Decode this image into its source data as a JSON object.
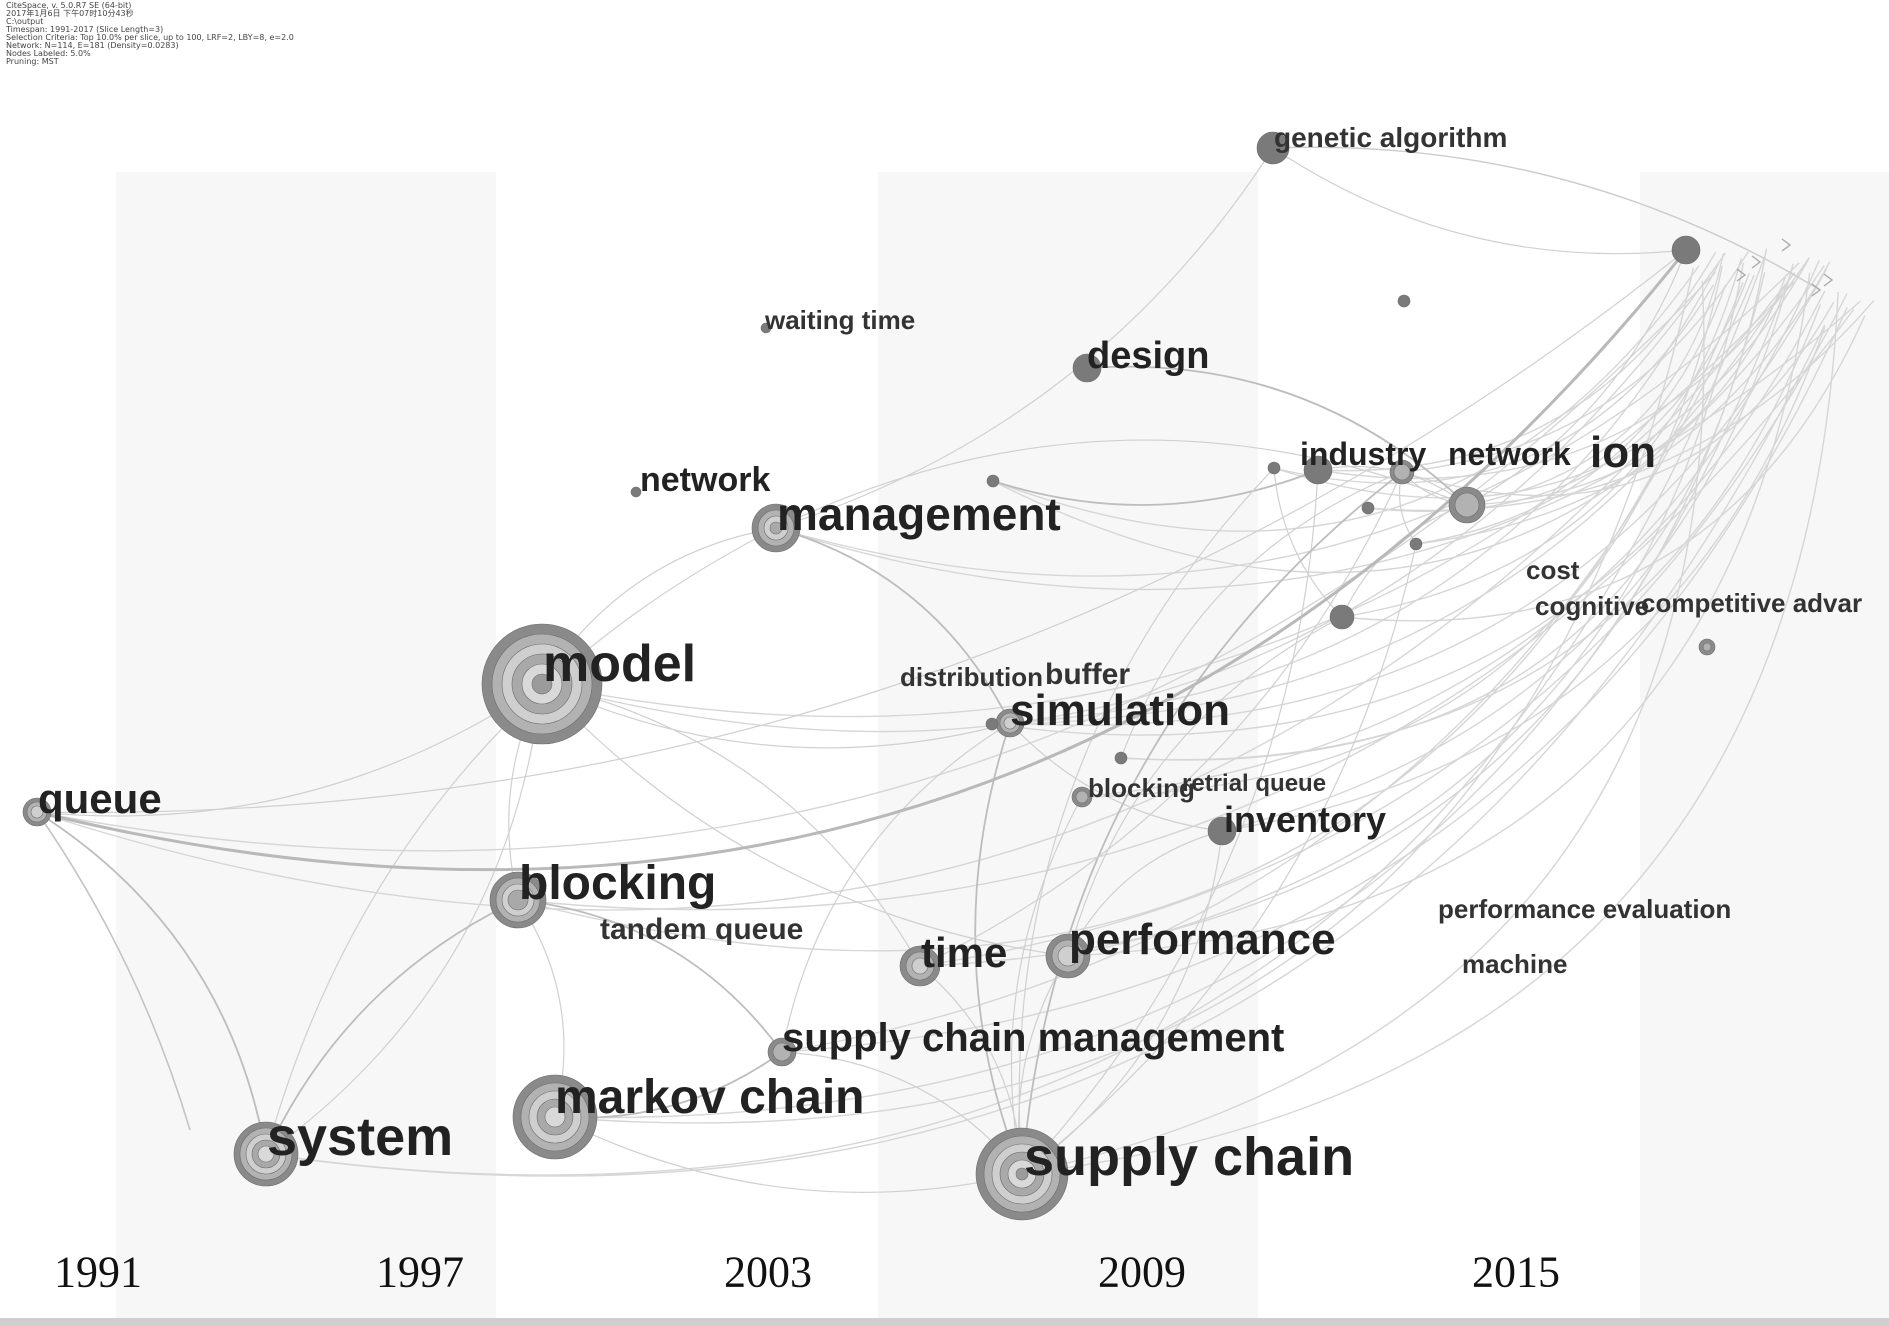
{
  "info_lines": [
    "CiteSpace, v. 5.0.R7 SE (64-bit)",
    "2017年1月6日 下午07时10分43秒",
    "C:\\output",
    "Timespan: 1991-2017 (Slice Length=3)",
    "Selection Criteria: Top 10.0% per slice, up to 100, LRF=2, LBY=8, e=2.0",
    "Network: N=114, E=181 (Density=0.0283)",
    "Nodes Labeled: 5.0%",
    "Pruning: MST"
  ],
  "years": [
    "1991",
    "1997",
    "2003",
    "2009",
    "2015"
  ],
  "terms": [
    {
      "label": "queue",
      "size": 42
    },
    {
      "label": "system",
      "size": 54
    },
    {
      "label": "model",
      "size": 52
    },
    {
      "label": "blocking",
      "size": 48
    },
    {
      "label": "tandem queue",
      "size": 30
    },
    {
      "label": "markov chain",
      "size": 48
    },
    {
      "label": "network",
      "size": 34
    },
    {
      "label": "management",
      "size": 46
    },
    {
      "label": "waiting time",
      "size": 26
    },
    {
      "label": "design",
      "size": 38
    },
    {
      "label": "genetic algorithm",
      "size": 28
    },
    {
      "label": "industry",
      "size": 32
    },
    {
      "label": "network",
      "size": 32
    },
    {
      "label": "ion",
      "size": 44
    },
    {
      "label": "cost",
      "size": 26
    },
    {
      "label": "cognitive",
      "size": 26
    },
    {
      "label": "competitive advar",
      "size": 26
    },
    {
      "label": "distribution",
      "size": 26
    },
    {
      "label": "buffer",
      "size": 30
    },
    {
      "label": "simulation",
      "size": 44
    },
    {
      "label": "blocking",
      "size": 26
    },
    {
      "label": "retrial queue",
      "size": 24
    },
    {
      "label": "inventory",
      "size": 36
    },
    {
      "label": "time",
      "size": 42
    },
    {
      "label": "performance",
      "size": 44
    },
    {
      "label": "supply chain management",
      "size": 40
    },
    {
      "label": "supply chain",
      "size": 54
    },
    {
      "label": "performance evaluation",
      "size": 26
    },
    {
      "label": "machine",
      "size": 26
    }
  ]
}
